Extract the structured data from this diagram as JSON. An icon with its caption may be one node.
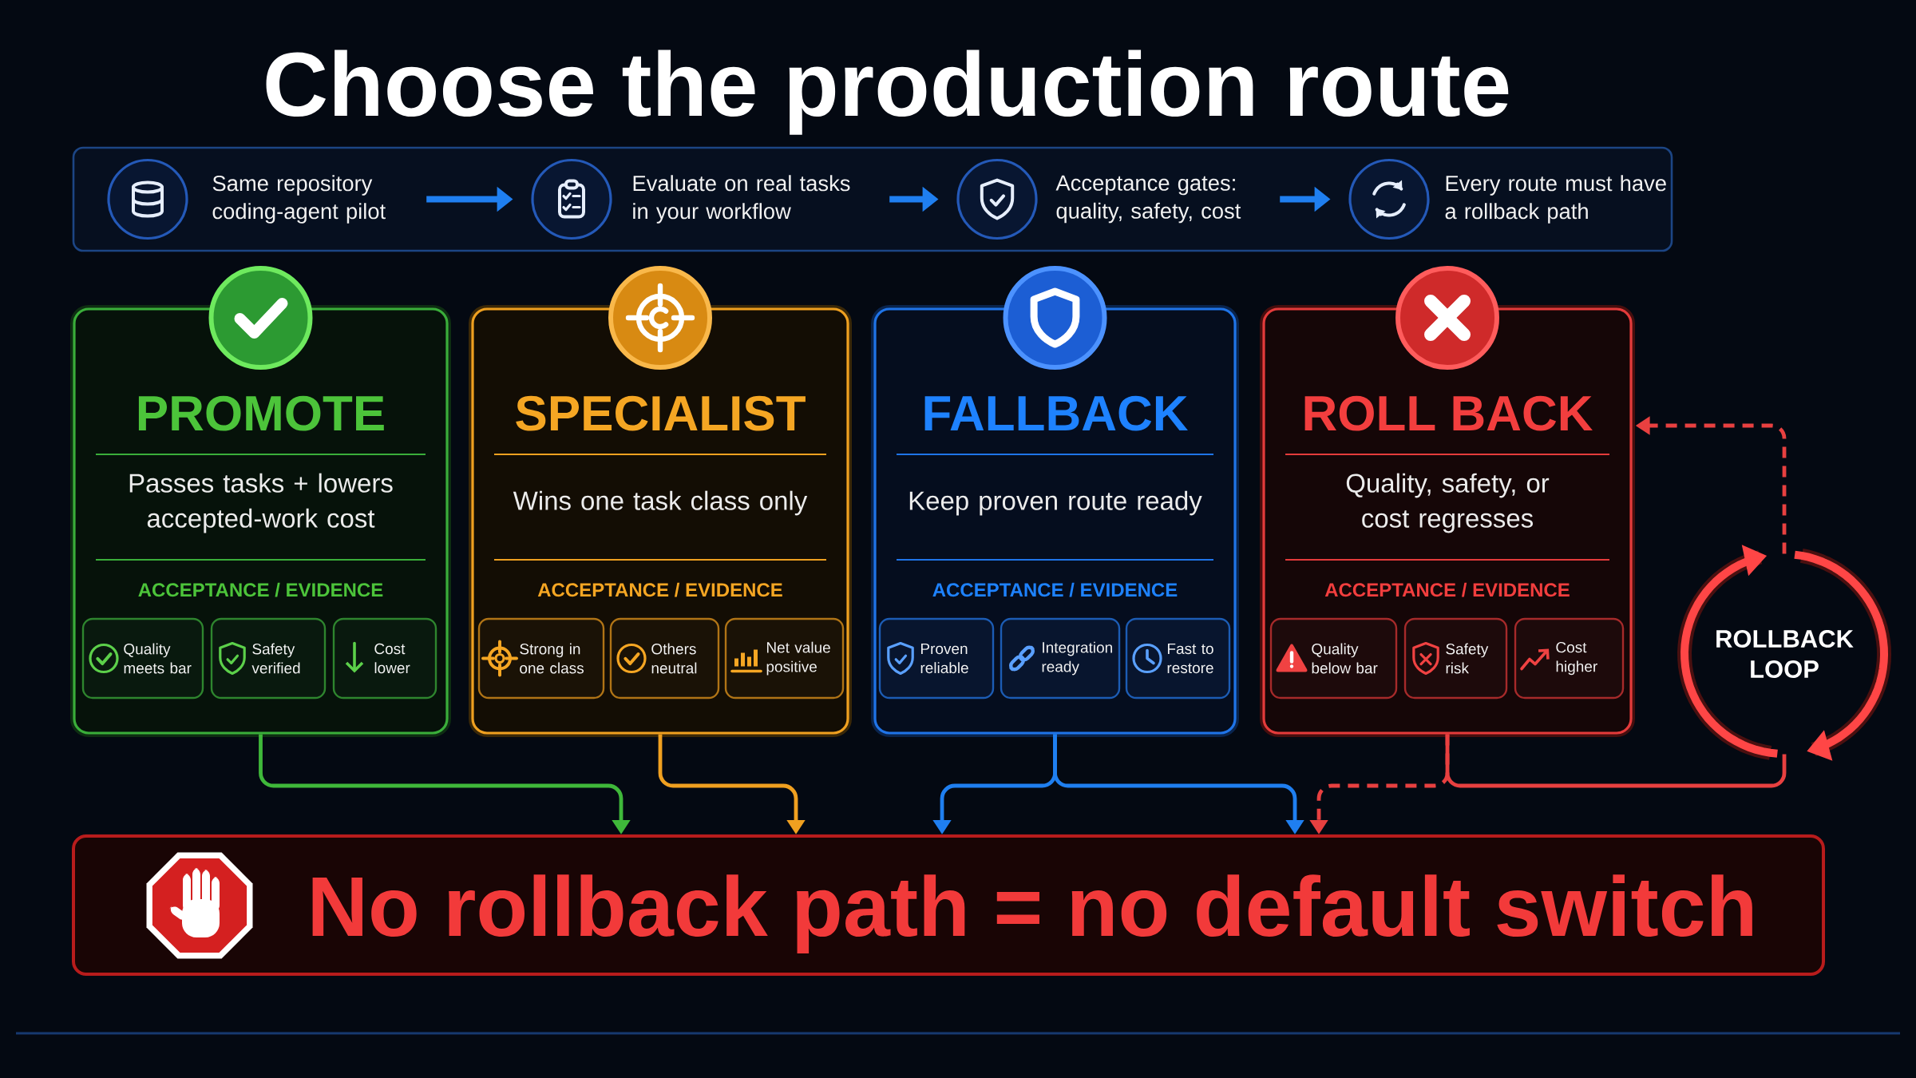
{
  "diagram": {
    "title": "Choose the production route",
    "nodes": [
      {
        "text": [],
        "shape": "box"
      },
      {
        "text": [
          "Same repository coding-agent pilot"
        ],
        "in": 0
      },
      {
        "text": [
          "Evaluate on real tasks in your workflow"
        ],
        "in": 0
      },
      {
        "text": [
          "Acceptance gates: quality, safety, cost"
        ],
        "in": 0
      },
      {
        "text": [
          "Every route must have a rollback path"
        ],
        "in": 0
      },
      {
        "text": [
          "PROMOTE",
          "Passes tasks + lowers accepted-work cost",
          "ACCEPTANCE / EVIDENCE"
        ]
      },
      {
        "text": [
          "Quality meets bar"
        ],
        "in": 5
      },
      {
        "text": [
          "Safety verified"
        ],
        "in": 5
      },
      {
        "text": [
          "Cost lower"
        ],
        "in": 5
      },
      {
        "text": [
          "SPECIALIST",
          "Wins one task class only",
          "ACCEPTANCE / EVIDENCE"
        ]
      },
      {
        "text": [
          "Strong in one class"
        ],
        "in": 9
      },
      {
        "text": [
          "Others neutral"
        ],
        "in": 9
      },
      {
        "text": [
          "Net value positive"
        ],
        "in": 9
      },
      {
        "text": [
          "FALLBACK",
          "Keep proven route ready",
          "ACCEPTANCE / EVIDENCE"
        ]
      },
      {
        "text": [
          "Proven reliable"
        ],
        "in": 13
      },
      {
        "text": [
          "Integration ready"
        ],
        "in": 13
      },
      {
        "text": [
          "Fast to restore"
        ],
        "in": 13
      },
      {
        "text": [
          "ROLL BACK",
          "Quality, safety, or cost regresses",
          "ACCEPTANCE / EVIDENCE"
        ]
      },
      {
        "text": [
          "Quality below bar"
        ],
        "in": 17
      },
      {
        "text": [
          "Safety risk"
        ],
        "in": 17
      },
      {
        "text": [
          "Cost higher"
        ],
        "in": 17
      },
      {
        "text": [
          "ROLLBACK LOOP"
        ]
      },
      {
        "text": [
          "No rollback path = no default switch"
        ]
      }
    ],
    "edges": [
      {
        "from": 1,
        "to": 2,
        "arrow": "to"
      },
      {
        "from": 2,
        "to": 3,
        "arrow": "to"
      },
      {
        "from": 3,
        "to": 4,
        "arrow": "to"
      },
      {
        "from": 5,
        "to": 22,
        "arrow": "to",
        "color": "#3fb83a"
      },
      {
        "from": 9,
        "to": 22,
        "arrow": "to",
        "color": "#f0a020"
      },
      {
        "from": 13,
        "to": 22,
        "arrow": "to"
      },
      {
        "from": 13,
        "to": 22,
        "arrow": "to"
      },
      {
        "from": 17,
        "to": 22,
        "arrow": "to",
        "style": "dashed",
        "color": "#e84040"
      },
      {
        "from": 17,
        "to": 21,
        "arrow": "none",
        "color": "#e84040"
      },
      {
        "from": 21,
        "to": 17,
        "arrow": "to",
        "style": "dashed",
        "color": "#e84040"
      }
    ]
  }
}
